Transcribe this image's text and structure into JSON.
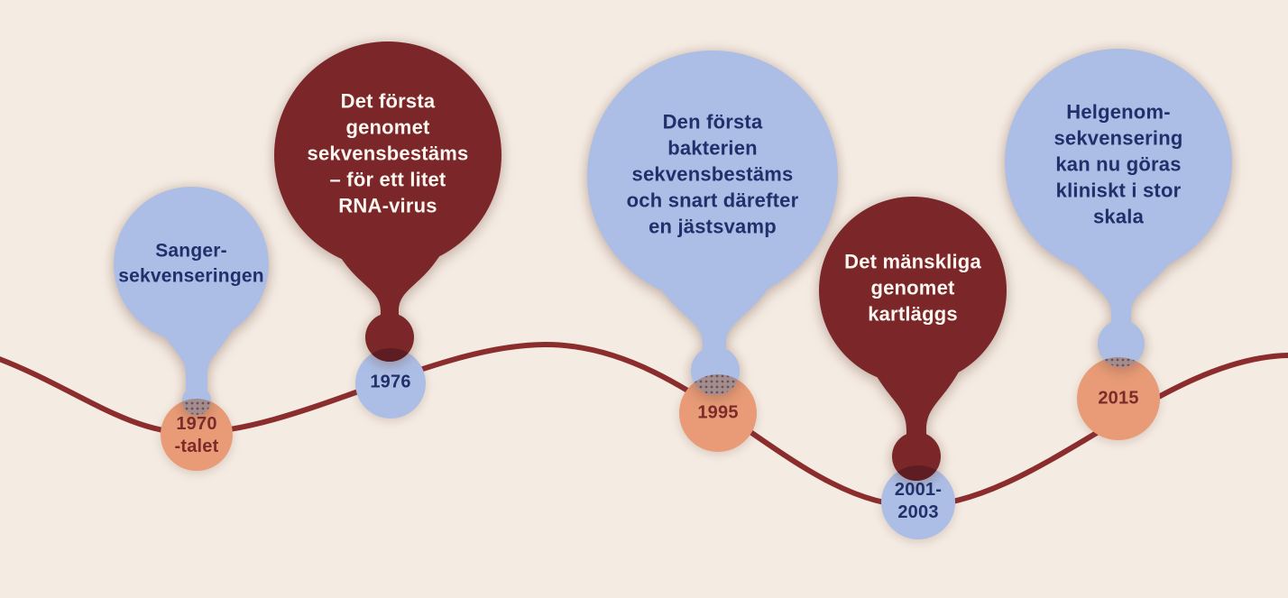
{
  "colors": {
    "background": "#f4ebe2",
    "blue": "#acbee6",
    "dark_red": "#7b2629",
    "orange": "#e89b76",
    "navy_text": "#20306b",
    "maroon_text": "#7c2b2b",
    "white_text": "#fcf6f0",
    "wave_line": "#8b2c2d",
    "lens_red": "#5e1d23",
    "lens_blue_orange": "#a38e8d",
    "lens_dots": "#6d4f5e"
  },
  "timeline": {
    "milestones": [
      {
        "label": "Sanger-\nsekvenseringen",
        "year": "1970\n-talet",
        "balloon": "blue",
        "year_circle": "orange"
      },
      {
        "label": "Det första\ngenomet\nsekvensbestäms\n– för ett litet\nRNA-virus",
        "year": "1976",
        "balloon": "dark_red",
        "year_circle": "blue"
      },
      {
        "label": "Den första\nbakterien\nsekvensbestäms\noch snart därefter\nen jästsvamp",
        "year": "1995",
        "balloon": "blue",
        "year_circle": "orange"
      },
      {
        "label": "Det mänskliga\ngenomet\nkartläggs",
        "year": "2001-\n2003",
        "balloon": "dark_red",
        "year_circle": "blue"
      },
      {
        "label": "Helgenom-\nsekvensering\nkan nu göras\nkliniskt i stor\nskala",
        "year": "2015",
        "balloon": "blue",
        "year_circle": "orange"
      }
    ]
  }
}
